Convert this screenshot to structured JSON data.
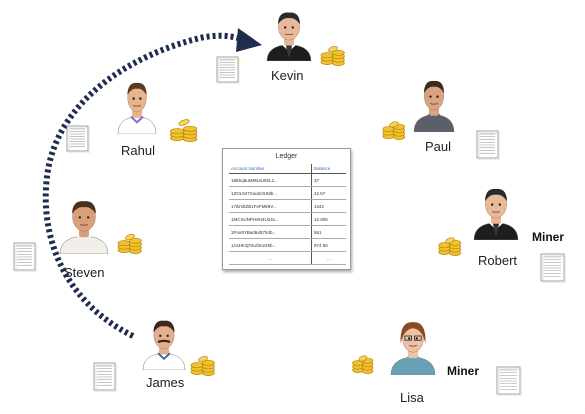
{
  "ledger": {
    "title": "Ledger",
    "columns": [
      "Account Number",
      "Balance"
    ],
    "rows": [
      [
        "19Ekq6uM9N4U92L2...",
        "37"
      ],
      [
        "1ZOL947Suidn3UMb...",
        "42.67"
      ],
      [
        "17ikmbZB1FeFMk9V...",
        "1342"
      ],
      [
        "1MCSUNPH8H4U24v...",
        "12.005"
      ],
      [
        "1Pov9YBad6vB754b...",
        "561"
      ],
      [
        "1AsHK3jToUl3n249b...",
        "974.65"
      ],
      [
        "...",
        "..."
      ]
    ]
  },
  "people": [
    {
      "id": "kevin",
      "name": "Kevin",
      "role": ""
    },
    {
      "id": "rahul",
      "name": "Rahul",
      "role": ""
    },
    {
      "id": "paul",
      "name": "Paul",
      "role": ""
    },
    {
      "id": "robert",
      "name": "Robert",
      "role": "Miner"
    },
    {
      "id": "steven",
      "name": "Steven",
      "role": ""
    },
    {
      "id": "james",
      "name": "James",
      "role": ""
    },
    {
      "id": "lisa",
      "name": "Lisa",
      "role": "Miner"
    }
  ],
  "colors": {
    "arc": "#1e2d4e",
    "coin": "#f2c12e",
    "coin_edge": "#b88a10",
    "ledger_header": "#3a6fb0"
  },
  "icons": [
    "person-avatar",
    "document-icon",
    "gold-coins-icon",
    "dashed-arc-arrow"
  ]
}
